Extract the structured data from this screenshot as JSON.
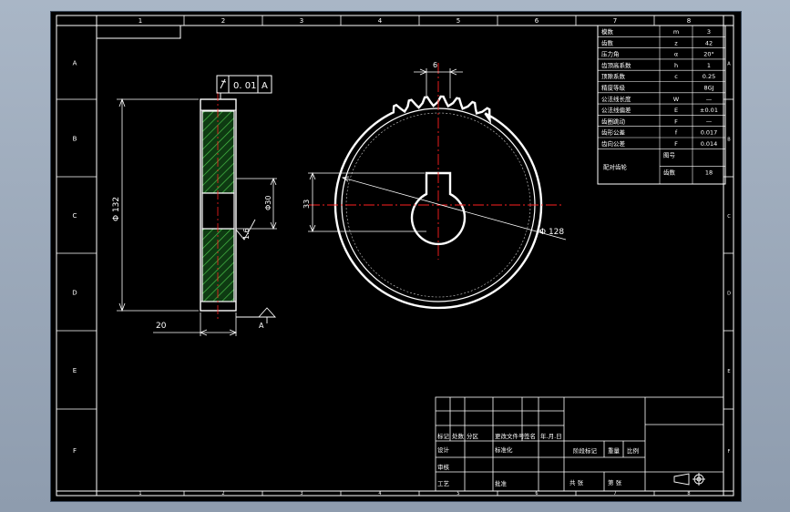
{
  "drawing": {
    "frame_grid": {
      "top_numbers": [
        "1",
        "2",
        "3",
        "4",
        "5",
        "6",
        "7",
        "8"
      ],
      "bottom_numbers": [
        "1",
        "2",
        "3",
        "4",
        "5",
        "6",
        "7",
        "8"
      ],
      "side_letters": [
        "A",
        "B",
        "C",
        "D",
        "E",
        "F"
      ]
    },
    "colors": {
      "background": "#000000",
      "lines": "#ffffff",
      "centerline": "#ff2020",
      "hatch": "#40c040"
    }
  },
  "side_view": {
    "tolerance_value": "0. 01",
    "datum_ref": "A",
    "dim_outer_dia": "Φ 132",
    "dim_bore_dia": "Φ30",
    "dim_width": "20",
    "surface_finish": "1.6",
    "datum_label": "A"
  },
  "front_view": {
    "dim_keyway_width": "6",
    "dim_keyway_depth": "33",
    "dim_outer_circle": "Φ 128"
  },
  "param_table": {
    "rows": [
      {
        "name": "模数",
        "sym": "m",
        "val": "3"
      },
      {
        "name": "齿数",
        "sym": "z",
        "val": "42"
      },
      {
        "name": "压力角",
        "sym": "α",
        "val": "20°"
      },
      {
        "name": "齿顶高系数",
        "sym": "h",
        "val": "1"
      },
      {
        "name": "顶隙系数",
        "sym": "c",
        "val": "0.25"
      },
      {
        "name": "精度等级",
        "sym": "",
        "val": "8GJ"
      },
      {
        "name": "公法线长度",
        "sym": "W",
        "val": "—"
      },
      {
        "name": "公法线偏差",
        "sym": "E",
        "val": "±0.01"
      },
      {
        "name": "齿圈跳动",
        "sym": "F",
        "val": "—"
      },
      {
        "name": "齿形公差",
        "sym": "f",
        "val": "0.017"
      },
      {
        "name": "齿向公差",
        "sym": "F",
        "val": "0.014"
      }
    ],
    "mate_label": "配对齿轮",
    "mate_rows": [
      "图号",
      "齿数"
    ],
    "mate_val": "18"
  },
  "title_block": {
    "row_labels": [
      "标记",
      "处数",
      "分区",
      "更改文件号",
      "签名",
      "年.月.日"
    ],
    "designer": "设计",
    "standard": "标准化",
    "checker": "审核",
    "process": "工艺",
    "approver": "批准",
    "stage_label": "阶段标记",
    "weight_label": "重量",
    "scale_label": "比例",
    "sheets_total": "共 张",
    "sheet_no": "第 张"
  }
}
